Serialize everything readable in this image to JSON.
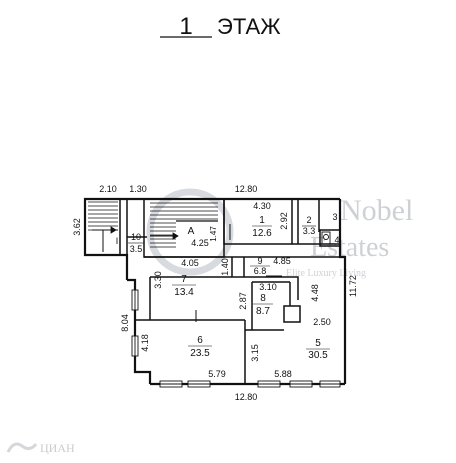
{
  "title": {
    "number": "1",
    "label": "ЭТАЖ"
  },
  "watermark": {
    "line1": "Nobel",
    "line2": "Estates",
    "line3": "Elite Luxury Living"
  },
  "footer_logo": "ЦИАН",
  "rooms": [
    {
      "id": "1",
      "area": "12.6"
    },
    {
      "id": "2",
      "area": "3.3"
    },
    {
      "id": "3",
      "area": ""
    },
    {
      "id": "4",
      "area": ""
    },
    {
      "id": "5",
      "area": "30.5"
    },
    {
      "id": "6",
      "area": "23.5"
    },
    {
      "id": "7",
      "area": "13.4"
    },
    {
      "id": "8",
      "area": "8.7"
    },
    {
      "id": "9",
      "area": "6.8"
    },
    {
      "id": "10",
      "area": "3.5"
    },
    {
      "id": "I",
      "area": ""
    },
    {
      "id": "A",
      "area": ""
    }
  ],
  "dimensions": [
    "2.10",
    "1.30",
    "12.80",
    "4.30",
    "3.62",
    "2.92",
    "4.25",
    "1.47",
    "4.05",
    "1.40",
    "4.85",
    "3.30",
    "3.10",
    "2.87",
    "4.48",
    "11.72",
    "8.04",
    "2.50",
    "4.18",
    "3.15",
    "5.79",
    "5.88",
    "12.80"
  ],
  "colors": {
    "wall": "#111111",
    "watermark": "#c9ccd1",
    "background": "#ffffff"
  }
}
